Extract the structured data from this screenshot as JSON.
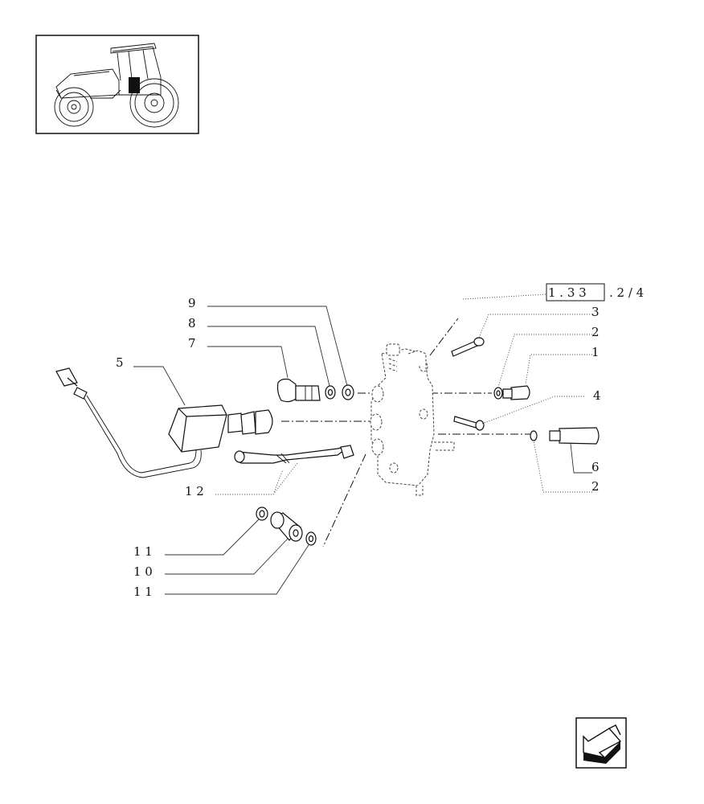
{
  "thumbnail": {
    "icon": "tractor-icon"
  },
  "reference": {
    "text_boxed": "1 . 3 3",
    "text_suffix": ". 2 / 4"
  },
  "callouts": {
    "c1": "1",
    "c2a": "2",
    "c2b": "2",
    "c3": "3",
    "c4": "4",
    "c5": "5",
    "c6": "6",
    "c7": "7",
    "c8": "8",
    "c9": "9",
    "c10": "1 0",
    "c11a": "1 1",
    "c11b": "1 1",
    "c12": "1 2"
  },
  "nav": {
    "icon": "previous-page-arrow-icon"
  }
}
